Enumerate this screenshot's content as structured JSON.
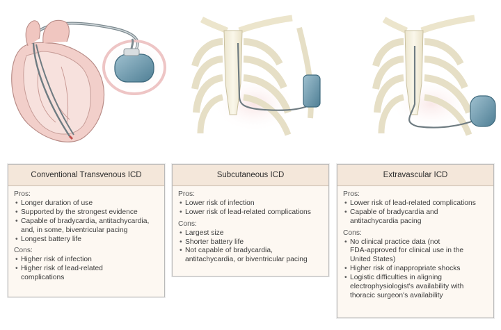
{
  "panels": [
    {
      "title": "Conventional Transvenous ICD",
      "pros_label": "Pros:",
      "pros": [
        "Longer duration of use",
        "Supported by the strongest evidence",
        "Capable of bradycardia, antitachycardia,\nand, in some, biventricular pacing",
        "Longest battery life"
      ],
      "cons_label": "Cons:",
      "cons": [
        "Higher risk of infection",
        "Higher risk of lead-related\ncomplications"
      ]
    },
    {
      "title": "Subcutaneous ICD",
      "pros_label": "Pros:",
      "pros": [
        "Lower risk of infection",
        "Lower risk of lead-related complications"
      ],
      "cons_label": "Cons:",
      "cons": [
        "Largest size",
        "Shorter battery life",
        "Not capable of bradycardia,\nantitachycardia, or biventricular pacing"
      ]
    },
    {
      "title": "Extravascular ICD",
      "pros_label": "Pros:",
      "pros": [
        "Lower risk of lead-related complications",
        "Capable of bradycardia and\nantitachycardia pacing"
      ],
      "cons_label": "Cons:",
      "cons": [
        "No clinical practice data (not\nFDA-approved for clinical use in the\nUnited States)",
        "Higher risk of inappropriate shocks",
        "Logistic difficulties in aligning\nelectrophysiologist's availability with\nthoracic surgeon's availability"
      ]
    }
  ],
  "colors": {
    "panel_header": "#f4e7da",
    "panel_body": "#fdf8f2",
    "device": "#5f8fa3",
    "heart": "#e9b9b4",
    "bone": "#f3efdc"
  }
}
